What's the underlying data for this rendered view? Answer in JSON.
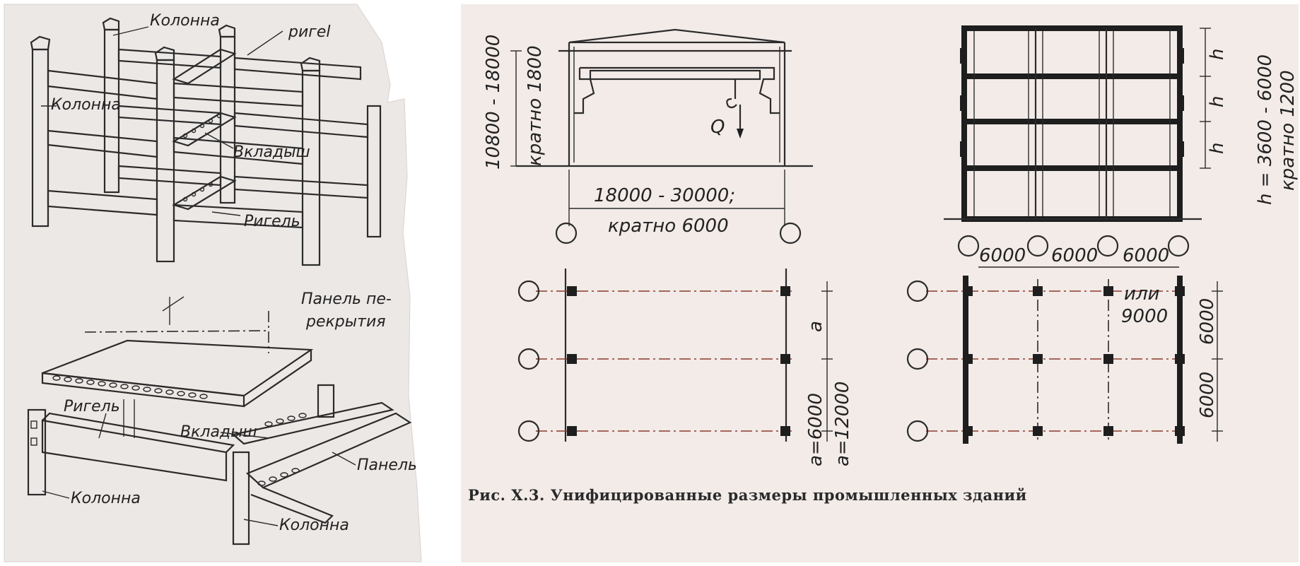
{
  "left_figure": {
    "labels": {
      "kolonna_top": "Колонна",
      "rigel_top": "ригеl",
      "kolonna_left": "Колонна",
      "vkladysh_top": "Вкладыш",
      "rigel_mid": "Ригель",
      "panel_perekrytiya": "Панель пе-\nрекрытия",
      "rigel_low": "Ригель",
      "vkladysh_low": "Вкладыш",
      "panel_right": "Панель",
      "kolonna_bottom_left": "Колонна",
      "kolonna_bottom_right": "Колонна"
    }
  },
  "right_figure": {
    "single_span": {
      "height_dim": "10800 - 18000",
      "height_mult": "кратно 1800",
      "span_dim": "18000 - 30000;",
      "span_mult": "кратно 6000",
      "load_label": "Q",
      "bay_label": "a",
      "bay_dim_1": "a=6000",
      "bay_dim_2": "a=12000"
    },
    "multi_storey": {
      "storey_label": "h",
      "height_dim": "h = 3600 - 6000",
      "height_mult": "кратно 1200",
      "spans": [
        "6000",
        "6000",
        "6000"
      ],
      "alt_label": "или",
      "alt_value": "9000",
      "bay_dim_1": "6000",
      "bay_dim_2": "6000"
    },
    "caption": "Рис. X.3. Унифицированные размеры промышленных зданий"
  },
  "colors": {
    "paper_left": "#ece8e6",
    "paper_right": "#f2ebe8",
    "ink": "#2b2b2b"
  }
}
